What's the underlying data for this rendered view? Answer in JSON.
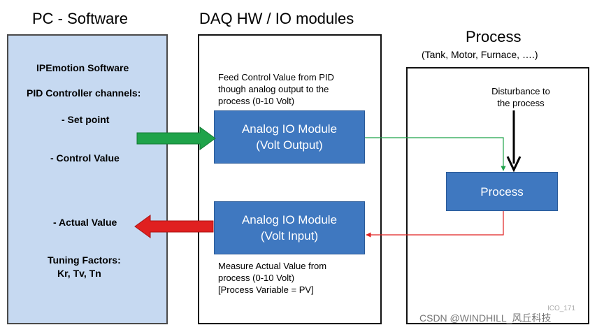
{
  "columns": {
    "pc_title": "PC - Software",
    "daq_title": "DAQ HW / IO modules",
    "process_title": "Process",
    "process_subtitle": "(Tank, Motor, Furnace, ….)"
  },
  "pc": {
    "software": "IPEmotion Software",
    "channels_heading": "PID Controller channels:",
    "set_point": "- Set point",
    "control_value": "- Control Value",
    "actual_value": "- Actual Value",
    "tuning_heading": "Tuning Factors:",
    "tuning_values": "Kr, Tv, Tn"
  },
  "daq": {
    "feed_note": [
      "Feed Control Value from PID",
      "though analog output to the",
      "process (0-10 Volt)"
    ],
    "output_module": [
      "Analog IO Module",
      "(Volt Output)"
    ],
    "input_module": [
      "Analog IO Module",
      "(Volt Input)"
    ],
    "measure_note": [
      "Measure Actual Value from",
      "process (0-10 Volt)",
      "[Process Variable = PV]"
    ]
  },
  "process": {
    "disturbance": [
      "Disturbance to",
      "the process"
    ],
    "box_label": "Process",
    "figure_code": "ICO_171"
  },
  "watermark": "CSDN @WINDHILL_风丘科技",
  "colors": {
    "pc_panel": "#c6d9f1",
    "module": "#3f78c0",
    "green_arrow": "#1fa34a",
    "red_arrow": "#e02020"
  }
}
